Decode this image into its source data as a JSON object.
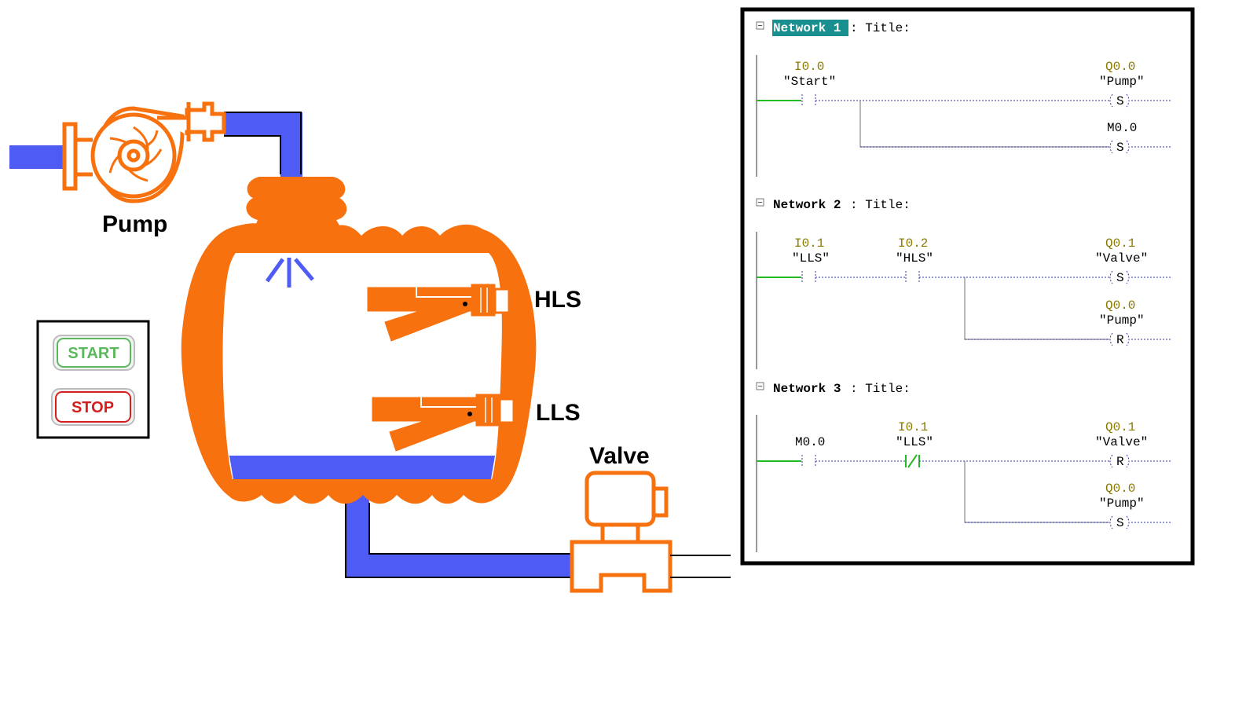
{
  "process": {
    "labels": {
      "pump": "Pump",
      "hls": "HLS",
      "lls": "LLS",
      "valve": "Valve"
    },
    "buttons": {
      "start": "START",
      "stop": "STOP"
    },
    "colors": {
      "equipment": "#F7720F",
      "water": "#4F5BF5",
      "start_text": "#5DB85D",
      "stop_text": "#D51F1F"
    }
  },
  "ladder": {
    "networks": [
      {
        "title": "Network 1",
        "title_suffix": ": Title:",
        "contacts": [
          {
            "address": "I0.0",
            "symbol": "\"Start\"",
            "type": "NO"
          }
        ],
        "coils": [
          {
            "address": "Q0.0",
            "symbol": "\"Pump\"",
            "op": "S"
          },
          {
            "address": "M0.0",
            "symbol": "",
            "op": "S"
          }
        ]
      },
      {
        "title": "Network 2",
        "title_suffix": ": Title:",
        "contacts": [
          {
            "address": "I0.1",
            "symbol": "\"LLS\"",
            "type": "NO"
          },
          {
            "address": "I0.2",
            "symbol": "\"HLS\"",
            "type": "NO"
          }
        ],
        "coils": [
          {
            "address": "Q0.1",
            "symbol": "\"Valve\"",
            "op": "S"
          },
          {
            "address": "Q0.0",
            "symbol": "\"Pump\"",
            "op": "R"
          }
        ]
      },
      {
        "title": "Network 3",
        "title_suffix": ": Title:",
        "contacts": [
          {
            "address": "M0.0",
            "symbol": "",
            "type": "NO"
          },
          {
            "address": "I0.1",
            "symbol": "\"LLS\"",
            "type": "NC"
          }
        ],
        "coils": [
          {
            "address": "Q0.1",
            "symbol": "\"Valve\"",
            "op": "R"
          },
          {
            "address": "Q0.0",
            "symbol": "\"Pump\"",
            "op": "S"
          }
        ]
      }
    ]
  }
}
